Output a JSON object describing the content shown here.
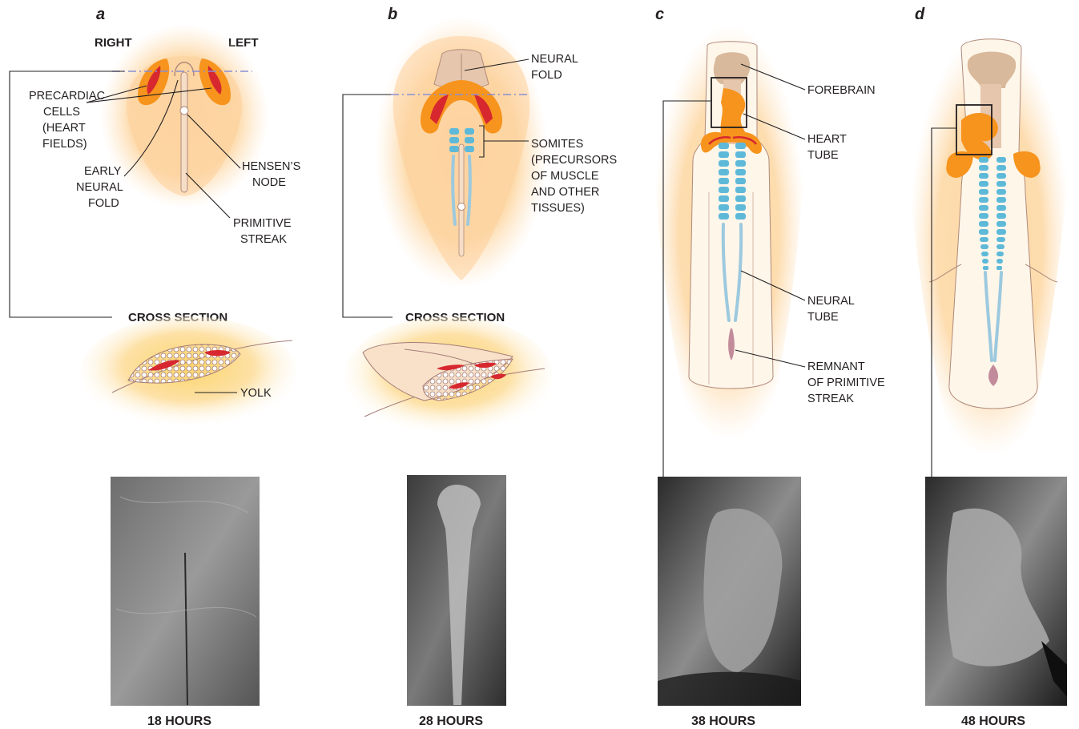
{
  "panels": {
    "a": {
      "letter": "a",
      "right": "RIGHT",
      "left": "LEFT",
      "precardiac": [
        "PRECARDIAC",
        "CELLS",
        "(HEART",
        "FIELDS)"
      ],
      "early_neural_fold": [
        "EARLY",
        "NEURAL",
        "FOLD"
      ],
      "hensens_node": [
        "HENSEN’S",
        "NODE"
      ],
      "primitive_streak": [
        "PRIMITIVE",
        "STREAK"
      ],
      "cross_section": "CROSS SECTION",
      "yolk": "YOLK",
      "time": "18 HOURS"
    },
    "b": {
      "letter": "b",
      "neural_fold": [
        "NEURAL",
        "FOLD"
      ],
      "somites": [
        "SOMITES",
        "(PRECURSORS",
        "OF MUSCLE",
        "AND OTHER",
        "TISSUES)"
      ],
      "cross_section": "CROSS SECTION",
      "time": "28 HOURS"
    },
    "c": {
      "letter": "c",
      "forebrain": "FOREBRAIN",
      "heart_tube": [
        "HEART",
        "TUBE"
      ],
      "neural_tube": [
        "NEURAL",
        "TUBE"
      ],
      "remnant": [
        "REMNANT",
        "OF PRIMITIVE",
        "STREAK"
      ],
      "time": "38 HOURS"
    },
    "d": {
      "letter": "d",
      "time": "48 HOURS"
    }
  },
  "colors": {
    "halo": "#fddcae",
    "heart_field": "#f7941d",
    "heart_core": "#d7282f",
    "somite": "#5eb9d9",
    "neural": "#d9b99b",
    "section_line": "#8a8fd1"
  }
}
